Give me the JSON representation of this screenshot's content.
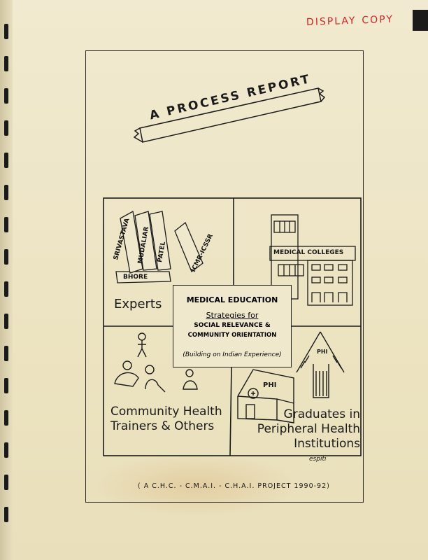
{
  "stamp": {
    "display": "DISPLAY",
    "copy": "COPY",
    "color": "#d6242a"
  },
  "banner": {
    "title": "A PROCESS REPORT"
  },
  "quadrants": {
    "experts": {
      "books": [
        "SRIVASTAVA",
        "MUDALIAR",
        "PATEL",
        "ICMR-ICSSR"
      ],
      "base_book": "BHORE",
      "label": "Experts"
    },
    "medical_colleges": {
      "sign": "MEDICAL COLLEGES"
    },
    "community": {
      "label": "Community Health Trainers & Others"
    },
    "graduates": {
      "phi_building": "PHI",
      "phi_hut": "PHI",
      "label": "Graduates in Peripheral Health Institutions"
    }
  },
  "center": {
    "line1": "MEDICAL EDUCATION",
    "line2": "Strategies for",
    "line3": "SOCIAL RELEVANCE &",
    "line4": "COMMUNITY ORIENTATION",
    "line5": "(Building on Indian Experience)"
  },
  "signature": "espiti",
  "footer": "( A C.H.C. - C.M.A.I. - C.H.A.I. PROJECT 1990-92)"
}
